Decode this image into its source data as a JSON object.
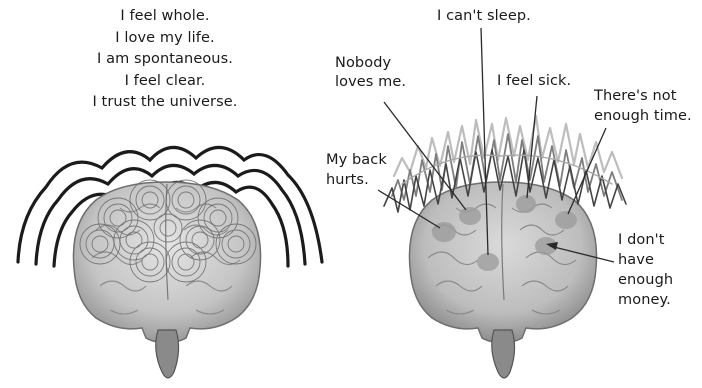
{
  "left_panel": {
    "affirmations": [
      "I feel whole.",
      "I love my life.",
      "I am spontaneous.",
      "I feel clear.",
      "I trust the universe."
    ]
  },
  "right_panel": {
    "labels": {
      "cant_sleep": "I can't sleep.",
      "nobody_loves": "Nobody\nloves me.",
      "feel_sick": "I feel sick.",
      "not_enough_time": "There's not\nenough time.",
      "back_hurts": "My back\nhurts.",
      "no_money": "I don't\nhave\nenough\nmoney."
    }
  },
  "colors": {
    "brain_fill": "#cfcfcf",
    "brain_shadow": "#8f8f8f",
    "ink": "#2a2a2a",
    "hotspot": "#9d9d9d"
  }
}
